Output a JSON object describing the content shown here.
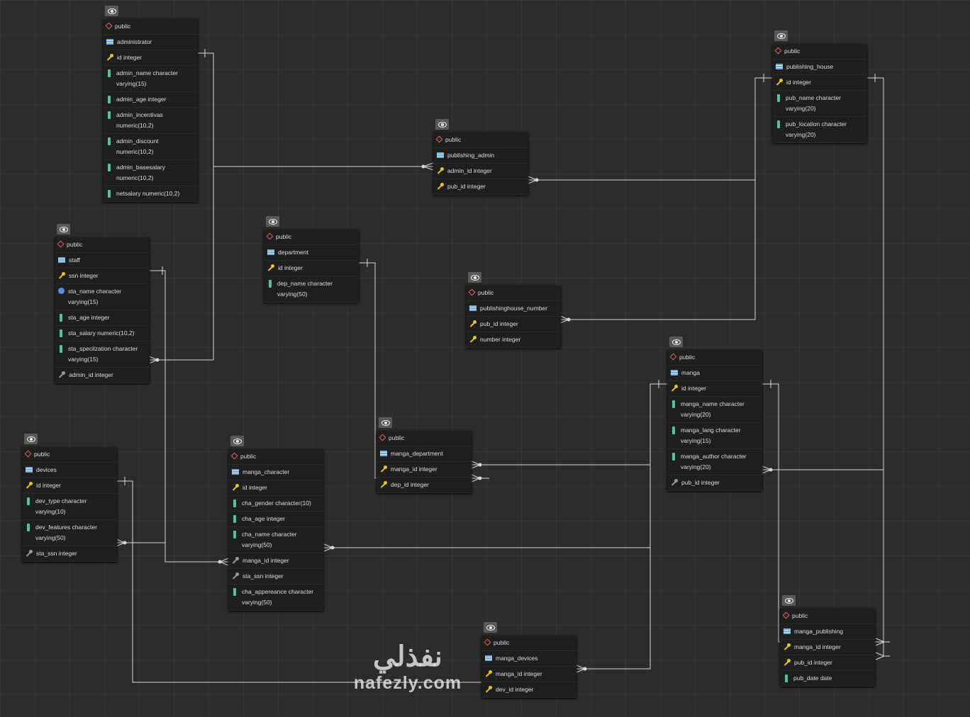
{
  "tables": [
    {
      "id": "administrator",
      "schema": "public",
      "name": "administrator",
      "cols": [
        {
          "t": "pk",
          "text": "id integer"
        },
        {
          "t": "col",
          "text": "admin_name character varying(15)"
        },
        {
          "t": "col",
          "text": "admin_age integer"
        },
        {
          "t": "col",
          "text": "admin_incentivas numeric(10,2)"
        },
        {
          "t": "col",
          "text": "admin_discount numeric(10,2)"
        },
        {
          "t": "col",
          "text": "admin_basesalary numeric(10,2)"
        },
        {
          "t": "col",
          "text": "netsalary numeric(10,2)"
        }
      ]
    },
    {
      "id": "publishing_admin",
      "schema": "public",
      "name": "publishing_admin",
      "cols": [
        {
          "t": "pk",
          "text": "admin_id integer"
        },
        {
          "t": "pk",
          "text": "pub_id integer"
        }
      ]
    },
    {
      "id": "publishing_house",
      "schema": "public",
      "name": "publishing_house",
      "cols": [
        {
          "t": "pk",
          "text": "id integer"
        },
        {
          "t": "col",
          "text": "pub_name character varying(20)"
        },
        {
          "t": "col",
          "text": "pub_location character varying(20)"
        }
      ]
    },
    {
      "id": "staff",
      "schema": "public",
      "name": "staff",
      "cols": [
        {
          "t": "pk",
          "text": "ssn integer"
        },
        {
          "t": "info",
          "text": "sta_name character varying(15)"
        },
        {
          "t": "col",
          "text": "sta_age integer"
        },
        {
          "t": "col",
          "text": "sta_salary numeric(10,2)"
        },
        {
          "t": "col",
          "text": "sta_specilzation character varying(15)"
        },
        {
          "t": "fk",
          "text": "admin_id integer"
        }
      ]
    },
    {
      "id": "department",
      "schema": "public",
      "name": "department",
      "cols": [
        {
          "t": "pk",
          "text": "id integer"
        },
        {
          "t": "col",
          "text": "dep_name character varying(50)"
        }
      ]
    },
    {
      "id": "publishinghouse_number",
      "schema": "public",
      "name": "publishinghouse_number",
      "cols": [
        {
          "t": "pk",
          "text": "pub_id integer"
        },
        {
          "t": "pk",
          "text": "number integer"
        }
      ]
    },
    {
      "id": "manga",
      "schema": "public",
      "name": "manga",
      "cols": [
        {
          "t": "pk",
          "text": "id integer"
        },
        {
          "t": "col",
          "text": "manga_name character varying(20)"
        },
        {
          "t": "col",
          "text": "manga_lang character varying(15)"
        },
        {
          "t": "col",
          "text": "manga_author character varying(20)"
        },
        {
          "t": "fk",
          "text": "pub_id integer"
        }
      ]
    },
    {
      "id": "devices",
      "schema": "public",
      "name": "devices",
      "cols": [
        {
          "t": "pk",
          "text": "id integer"
        },
        {
          "t": "col",
          "text": "dev_type character varying(10)"
        },
        {
          "t": "col",
          "text": "dev_features character varying(50)"
        },
        {
          "t": "fk",
          "text": "sta_ssn integer"
        }
      ]
    },
    {
      "id": "manga_character",
      "schema": "public",
      "name": "manga_character",
      "cols": [
        {
          "t": "pk",
          "text": "id integer"
        },
        {
          "t": "col",
          "text": "cha_gender character(10)"
        },
        {
          "t": "col",
          "text": "cha_age integer"
        },
        {
          "t": "col",
          "text": "cha_name character varying(50)"
        },
        {
          "t": "fk",
          "text": "manga_id integer"
        },
        {
          "t": "fk",
          "text": "sta_ssn integer"
        },
        {
          "t": "col",
          "text": "cha_appereance character varying(50)"
        }
      ]
    },
    {
      "id": "manga_department",
      "schema": "public",
      "name": "manga_department",
      "cols": [
        {
          "t": "pk",
          "text": "manga_id integer"
        },
        {
          "t": "pk",
          "text": "dep_id integer"
        }
      ]
    },
    {
      "id": "manga_devices",
      "schema": "public",
      "name": "manga_devices",
      "cols": [
        {
          "t": "pk",
          "text": "manga_id integer"
        },
        {
          "t": "pk",
          "text": "dev_id integer"
        }
      ]
    },
    {
      "id": "manga_publishing",
      "schema": "public",
      "name": "manga_publishing",
      "cols": [
        {
          "t": "pk",
          "text": "manga_id integer"
        },
        {
          "t": "pk",
          "text": "pub_id integer"
        },
        {
          "t": "col",
          "text": "pub_date date"
        }
      ]
    }
  ],
  "watermark": {
    "arabic": "نفذلي",
    "latin": "nafezly.com"
  }
}
